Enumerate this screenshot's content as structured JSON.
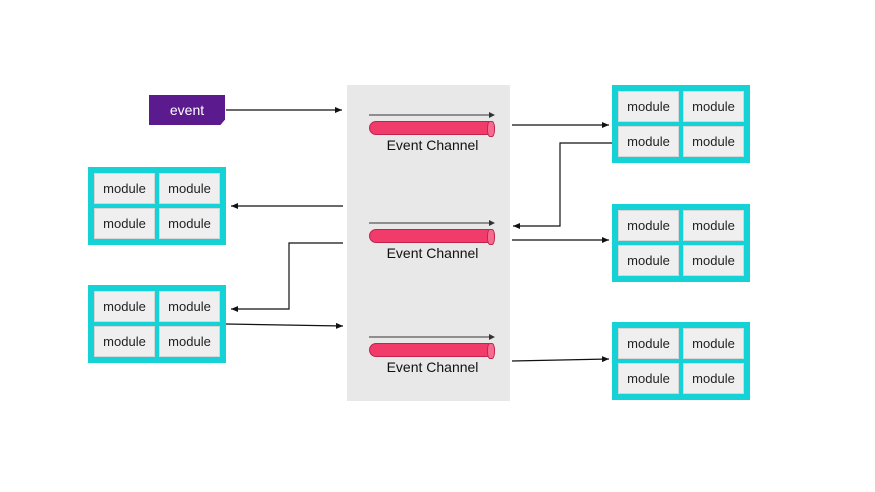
{
  "event": {
    "label": "event"
  },
  "channels": [
    {
      "label": "Event Channel"
    },
    {
      "label": "Event Channel"
    },
    {
      "label": "Event Channel"
    }
  ],
  "module_groups": [
    {
      "modules": [
        "module",
        "module",
        "module",
        "module"
      ]
    },
    {
      "modules": [
        "module",
        "module",
        "module",
        "module"
      ]
    },
    {
      "modules": [
        "module",
        "module",
        "module",
        "module"
      ]
    },
    {
      "modules": [
        "module",
        "module",
        "module",
        "module"
      ]
    },
    {
      "modules": [
        "module",
        "module",
        "module",
        "module"
      ]
    }
  ],
  "colors": {
    "event_tag": "#5b1a8e",
    "module_group": "#14d2d6",
    "channel_pipe": "#f03b6b",
    "broker_background": "#e8e8e8"
  }
}
